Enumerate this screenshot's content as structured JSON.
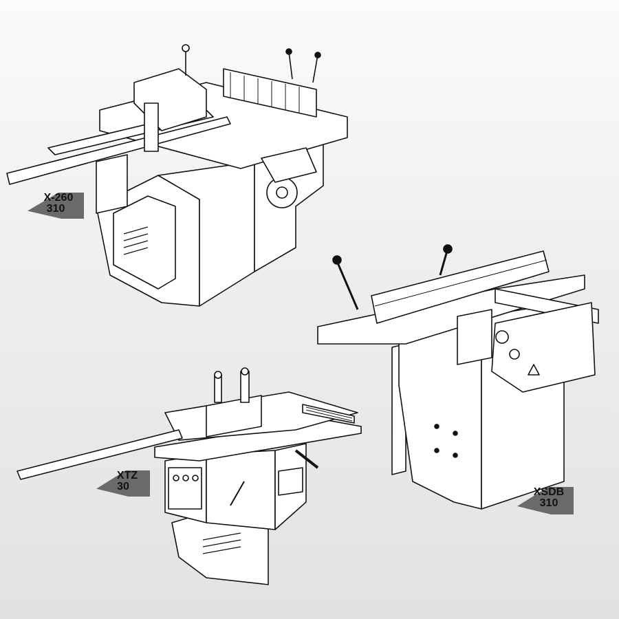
{
  "machines": [
    {
      "model": "X-260",
      "variant": "310"
    },
    {
      "model": "XTZ",
      "variant": "30"
    },
    {
      "model": "XSDB",
      "variant": "310"
    }
  ],
  "colors": {
    "ink": "#111111",
    "paper": "#ffffff",
    "tag": "#6a6a6a"
  }
}
